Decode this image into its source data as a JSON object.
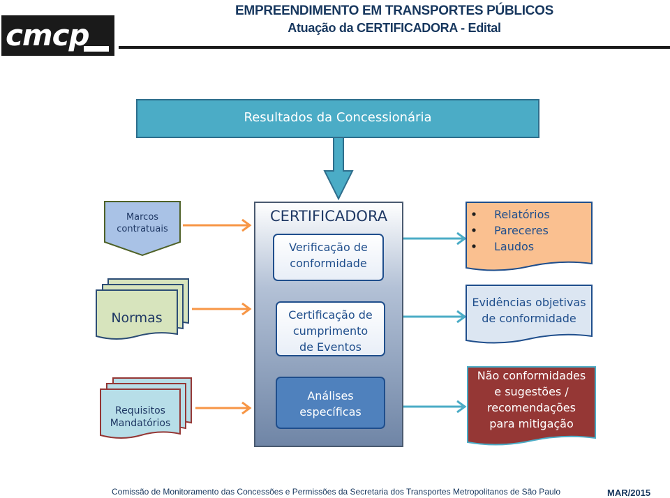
{
  "header": {
    "title": "EMPREENDIMENTO EM TRANSPORTES PÚBLICOS",
    "subtitle": "Atuação da CERTIFICADORA - Edital"
  },
  "logo": {
    "text": "cmcp"
  },
  "diagram": {
    "top_box": "Resultados da Concessionária",
    "inputs": {
      "marcos_line1": "Marcos",
      "marcos_line2": "contratuais",
      "normas": "Normas",
      "requisitos_line1": "Requisitos",
      "requisitos_line2": "Mandatórios"
    },
    "certificadora": {
      "title": "CERTIFICADORA",
      "box1_line1": "Verificação de",
      "box1_line2": "conformidade",
      "box2_line1": "Certificação de",
      "box2_line2": "cumprimento",
      "box2_line3": "de Eventos",
      "box3_line1": "Análises",
      "box3_line2": "específicas"
    },
    "outputs": {
      "bullets": [
        "Relatórios",
        "Pareceres",
        "Laudos"
      ],
      "evidencias_line1": "Evidências objetivas",
      "evidencias_line2": "de conformidade",
      "nc_line1": "Não conformidades",
      "nc_line2": "e sugestões /",
      "nc_line3": "recomendações",
      "nc_line4": "para mitigação"
    }
  },
  "footer": {
    "text": "Comissão de Monitoramento das Concessões e Permissões da Secretaria dos Transportes Metropolitanos de São Paulo",
    "date": "MAR/2015"
  },
  "colors": {
    "navy": "#17375e",
    "top_box": "#4bacc6",
    "marcos": "#a9c2e6",
    "normas": "#d7e4bd",
    "requisitos": "#b7dee8",
    "certificadora_bg": "#8496b0",
    "inner_box": "#5a86c4",
    "bullets_box": "#fac090",
    "evidencias_box": "#dce6f2",
    "nc_box": "#953735",
    "orange_arrow": "#f79646",
    "blue_arrow": "#4bacc6"
  }
}
